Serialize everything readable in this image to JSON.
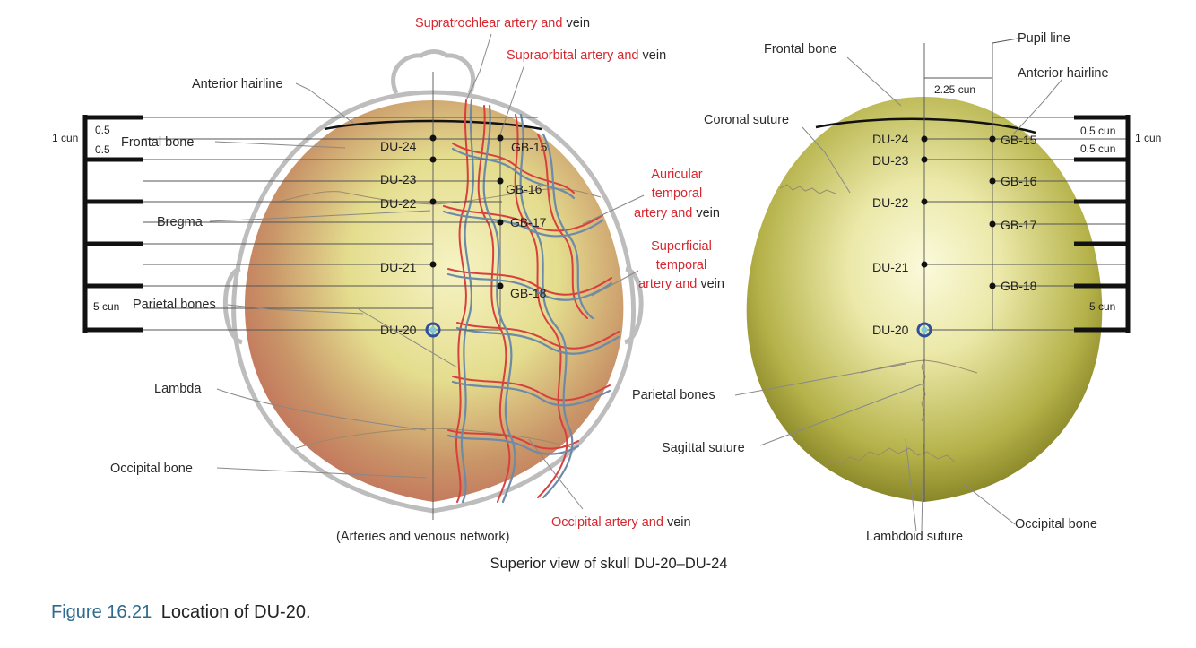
{
  "title": "Superior view of skull DU-20–DU-24",
  "caption": {
    "number": "Figure 16.21",
    "text": "Location of DU-20."
  },
  "left_view": {
    "labels": {
      "anterior_hairline": "Anterior hairline",
      "frontal_bone": "Frontal bone",
      "bregma": "Bregma",
      "parietal_bones": "Parietal bones",
      "lambda": "Lambda",
      "occipital_bone": "Occipital bone",
      "network": "(Arteries and venous network)"
    },
    "vessels": {
      "supratrochlear": {
        "red": "Supratrochlear artery and",
        "plain": "vein"
      },
      "supraorbital": {
        "red": "Supraorbital artery and",
        "plain": "vein"
      },
      "auricular_1": "Auricular",
      "auricular_2": "temporal",
      "auricular_3": {
        "red": "artery and",
        "plain": "vein"
      },
      "superficial_1": "Superficial",
      "superficial_2": "temporal",
      "superficial_3": {
        "red": "artery and",
        "plain": "vein"
      },
      "occipital": {
        "red": "Occipital artery and",
        "plain": "vein"
      }
    },
    "scale": {
      "one_cun": "1 cun",
      "half_a": "0.5",
      "half_b": "0.5",
      "five_cun": "5 cun"
    },
    "points": {
      "du24": "DU-24",
      "du23": "DU-23",
      "du22": "DU-22",
      "du21": "DU-21",
      "du20": "DU-20",
      "gb15": "GB-15",
      "gb16": "GB-16",
      "gb17": "GB-17",
      "gb18": "GB-18"
    }
  },
  "right_view": {
    "labels": {
      "frontal_bone": "Frontal bone",
      "pupil_line": "Pupil line",
      "anterior_hairline": "Anterior hairline",
      "coronal_suture": "Coronal suture",
      "parietal_bones": "Parietal bones",
      "sagittal_suture": "Sagittal suture",
      "lambdoid_suture": "Lambdoid suture",
      "occipital_bone": "Occipital bone"
    },
    "scale": {
      "width": "2.25 cun",
      "half_a": "0.5 cun",
      "half_b": "0.5 cun",
      "one_cun": "1 cun",
      "five_cun": "5 cun"
    },
    "points": {
      "du24": "DU-24",
      "du23": "DU-23",
      "du22": "DU-22",
      "du21": "DU-21",
      "du20": "DU-20",
      "gb15": "GB-15",
      "gb16": "GB-16",
      "gb17": "GB-17",
      "gb18": "GB-18"
    }
  },
  "colors": {
    "red_label": "#d8262e",
    "caption_blue": "#2e6b8e",
    "skull_olive": "#7d7a1d",
    "skull_light": "#f6f3bf",
    "skin": "#c97a5e"
  }
}
